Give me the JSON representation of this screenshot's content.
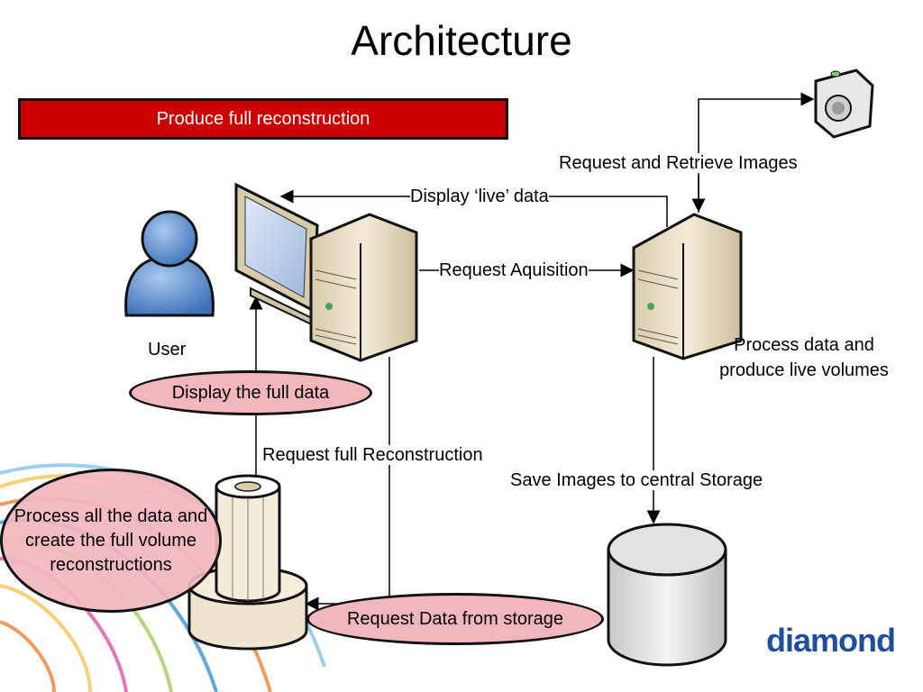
{
  "title": "Architecture",
  "banner": "Produce full reconstruction",
  "labels": {
    "request_retrieve_images": "Request and Retrieve Images",
    "display_live_data": "Display ‘live’ data",
    "request_acquisition": "Request Aquisition",
    "user": "User",
    "process_live_line1": "Process data and",
    "process_live_line2": "produce live volumes",
    "request_full_reconstruction": "Request full Reconstruction",
    "save_images": "Save Images to central Storage",
    "display_full_data": "Display the full data",
    "request_data_storage": "Request Data from storage",
    "process_all": "Process all the data and create the full volume reconstructions"
  },
  "logo": "diamond",
  "colors": {
    "banner": "#cc0000",
    "oval_fill": "#f2b6bd",
    "logo": "#1f4e9c",
    "server": "#e8dcc0",
    "user": "#5b8fd0"
  }
}
